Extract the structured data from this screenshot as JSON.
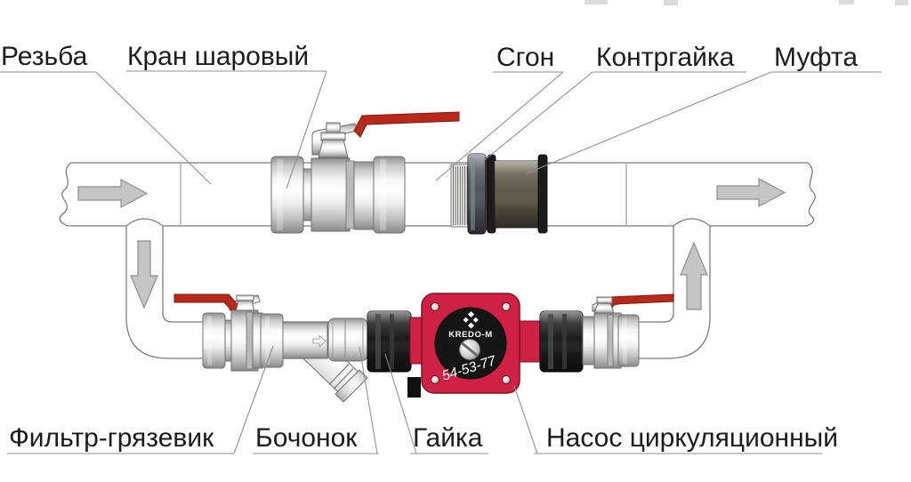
{
  "diagram": {
    "labels": {
      "rezba": "Резьба",
      "kran": "Кран шаровый",
      "sgon": "Сгон",
      "kontrgayka": "Контргайка",
      "mufta": "Муфта",
      "filtr": "Фильтр-грязевик",
      "bochonok": "Бочонок",
      "gayka": "Гайка",
      "nasos": "Насос циркуляционный"
    },
    "pump": {
      "brand": "KREDO-M",
      "model": "54-53-77"
    },
    "colors": {
      "handle_red": "#b8291c",
      "pump_red": "#ce2143",
      "pump_face": "#161616",
      "arrow_gray": "#c5c5c5",
      "coupling_olive": "#5c5848",
      "locknut_slate": "#4e565e",
      "union_nut_black": "#1c1c1c",
      "outline_gray": "#7b7b7b",
      "leader_gray": "#8f8f8f",
      "label_text": "#1c1c1c"
    }
  }
}
